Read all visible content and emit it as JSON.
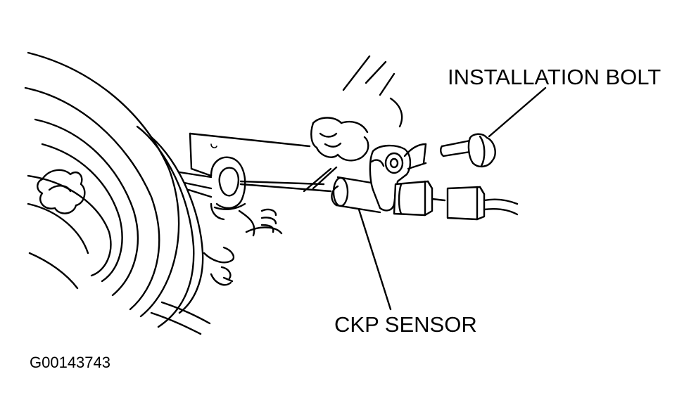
{
  "labels": {
    "installation_bolt": "INSTALLATION BOLT",
    "ckp_sensor": "CKP SENSOR",
    "figure_id": "G00143743"
  },
  "colors": {
    "ink": "#000000",
    "paper": "#ffffff"
  }
}
